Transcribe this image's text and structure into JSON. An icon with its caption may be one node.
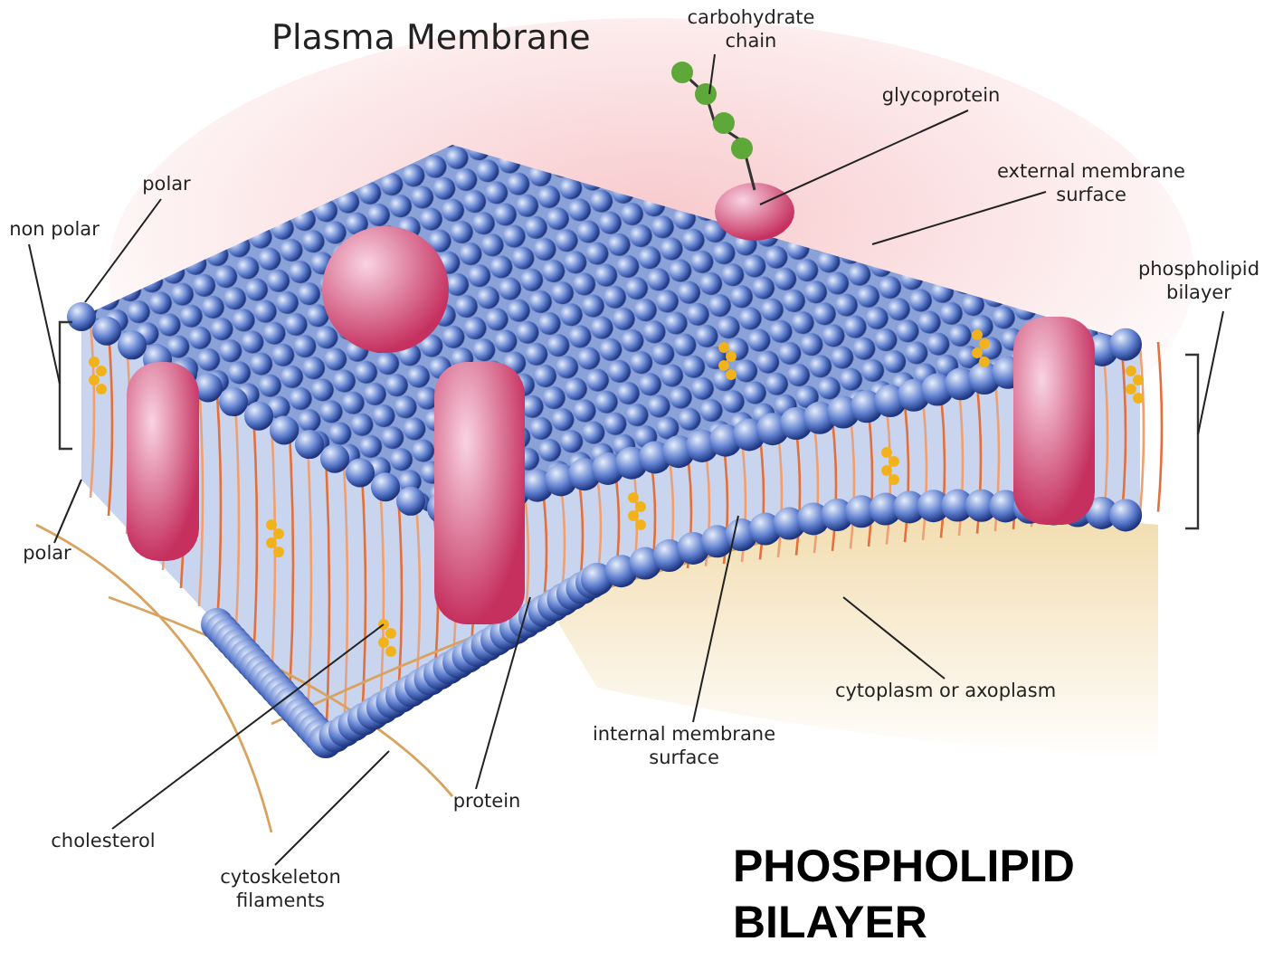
{
  "diagram": {
    "title": "Plasma Membrane",
    "caption": "PHOSPHOLIPID BILAYER",
    "nodes": [
      {
        "text": [
          "carbohydrate chain"
        ]
      },
      {
        "text": [
          "polar"
        ]
      },
      {
        "text": [
          "non polar"
        ]
      },
      {
        "text": [
          "glycoprotein"
        ]
      },
      {
        "text": [
          "external membrane surface"
        ]
      },
      {
        "text": [
          "phospholipid bilayer"
        ]
      },
      {
        "text": [
          "polar"
        ]
      },
      {
        "text": [
          "cytoplasm or axoplasm"
        ]
      },
      {
        "text": [
          "internal membrane surface"
        ]
      },
      {
        "text": [
          "protein"
        ]
      },
      {
        "text": [
          "cholesterol"
        ]
      },
      {
        "text": [
          "cytoskeleton filaments"
        ]
      }
    ],
    "edges": [
      {
        "from": 0,
        "to": null,
        "arrow": "none"
      },
      {
        "from": 1,
        "to": null,
        "arrow": "none"
      },
      {
        "from": 2,
        "to": null,
        "arrow": "none"
      },
      {
        "from": 3,
        "to": null,
        "arrow": "none"
      },
      {
        "from": 4,
        "to": null,
        "arrow": "none"
      },
      {
        "from": 5,
        "to": null,
        "arrow": "none"
      },
      {
        "from": 6,
        "to": null,
        "arrow": "none"
      },
      {
        "from": 7,
        "to": null,
        "arrow": "none"
      },
      {
        "from": 8,
        "to": null,
        "arrow": "none"
      },
      {
        "from": 9,
        "to": null,
        "arrow": "none"
      },
      {
        "from": 10,
        "to": null,
        "arrow": "none"
      },
      {
        "from": 11,
        "to": null,
        "arrow": "none"
      }
    ]
  }
}
